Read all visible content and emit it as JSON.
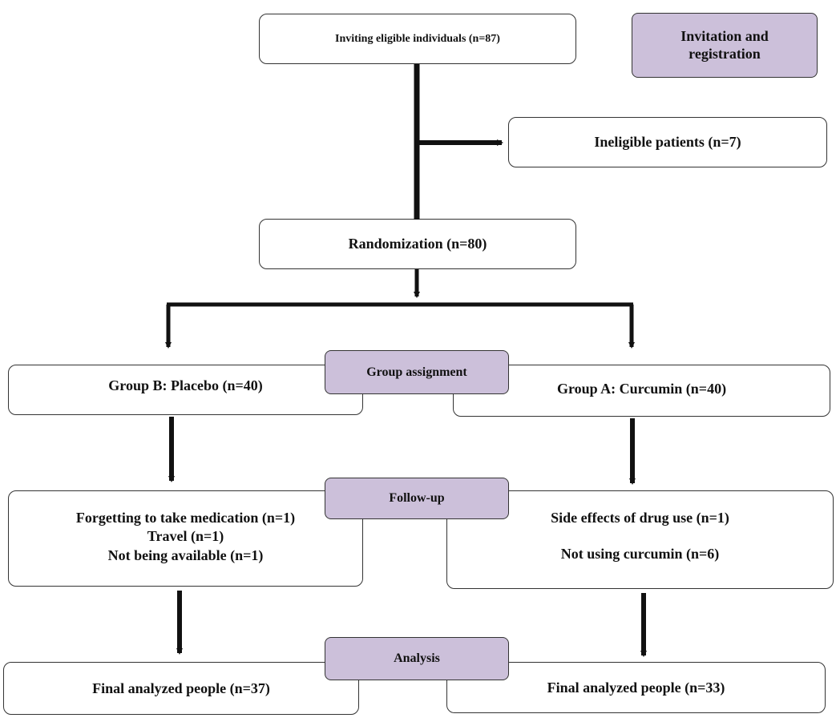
{
  "colors": {
    "stage_fill": "#ccc0da",
    "box_fill": "#ffffff",
    "stroke": "#111111"
  },
  "boxes": {
    "invite": "Inviting eligible individuals (n=87)",
    "ineligible": "Ineligible patients (n=7)",
    "randomization": "Randomization (n=80)",
    "group_b": "Group B: Placebo (n=40)",
    "group_a": "Group A: Curcumin (n=40)",
    "followup_b": {
      "line1": "Forgetting to take medication (n=1)",
      "line2": "Travel (n=1)",
      "line3": "Not being available (n=1)"
    },
    "followup_a": {
      "line1": "Side effects of drug use (n=1)",
      "line2": "Not using curcumin (n=6)"
    },
    "final_b": "Final analyzed people (n=37)",
    "final_a": "Final analyzed people (n=33)"
  },
  "stages": {
    "invitation": {
      "line1": "Invitation and",
      "line2": "registration"
    },
    "assignment": "Group assignment",
    "followup": "Follow-up",
    "analysis": "Analysis"
  }
}
